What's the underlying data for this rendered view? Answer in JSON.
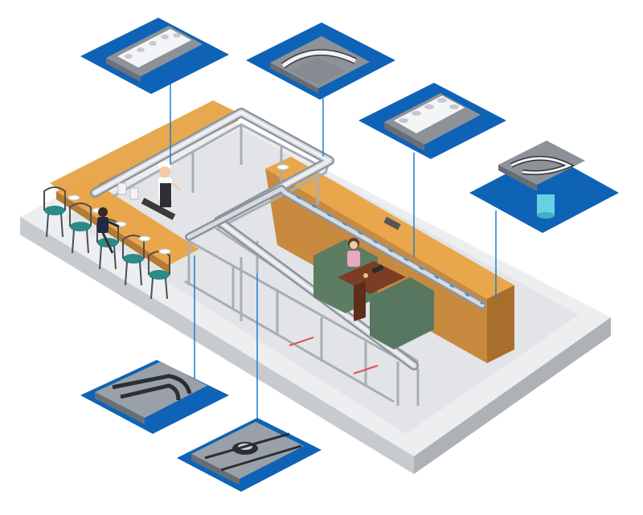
{
  "colors": {
    "background": "#ffffff",
    "floor_top": "#e9eaec",
    "floor_side": "#bfc2c6",
    "counter_wood": "#e6a24a",
    "counter_front": "#b57a34",
    "frame_metal": "#b7bcc3",
    "conveyor_belt": "#c9ced6",
    "inset_panel": "#0f63b6",
    "inset_panel_light": "#20a7e6",
    "leader_line": "#1d7fd0",
    "booth_seat": "#5c7b62",
    "stool_seat": "#2b8b86",
    "table_wood": "#7a3e24"
  },
  "insets": [
    {
      "name": "straight-conveyor-detail"
    },
    {
      "name": "curved-conveyor-detail"
    },
    {
      "name": "straight-conveyor-plates-detail"
    },
    {
      "name": "u-turn-conveyor-with-motor-detail"
    },
    {
      "name": "corner-chain-track-detail"
    },
    {
      "name": "drive-unit-detail"
    }
  ],
  "figures": [
    {
      "name": "chef-figure"
    },
    {
      "name": "seated-customer-figure"
    },
    {
      "name": "booth-customer-figure"
    }
  ]
}
